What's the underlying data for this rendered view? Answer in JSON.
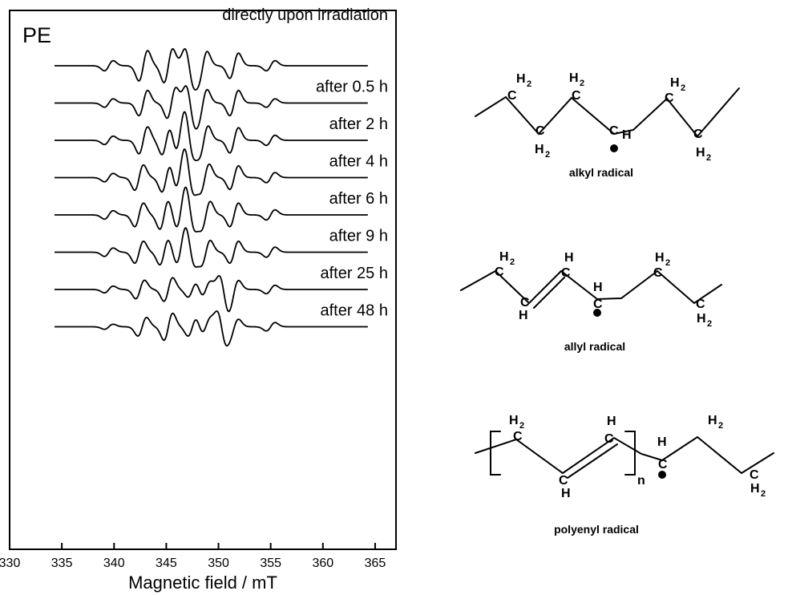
{
  "chart_data": {
    "type": "line",
    "panel_label": "PE",
    "xlabel": "Magnetic field / mT",
    "ylabel": "",
    "xlim": [
      330,
      367
    ],
    "x_ticks": [
      330,
      335,
      340,
      345,
      350,
      355,
      360,
      365
    ],
    "grid": false,
    "series": [
      {
        "name": "directly upon irradiation",
        "lines": [
          [
            339.5,
            0.3
          ],
          [
            342.8,
            0.9
          ],
          [
            345.2,
            1.0
          ],
          [
            347.2,
            -1.0
          ],
          [
            348.5,
            0.85
          ],
          [
            351.5,
            0.75
          ],
          [
            355,
            0.3
          ]
        ]
      },
      {
        "name": "after 0.5 h",
        "lines": [
          [
            339.5,
            0.25
          ],
          [
            342.8,
            0.75
          ],
          [
            345.5,
            0.9
          ],
          [
            347.3,
            -1.0
          ],
          [
            348.5,
            0.8
          ],
          [
            351.5,
            0.75
          ],
          [
            355,
            0.25
          ]
        ]
      },
      {
        "name": "after 2 h",
        "lines": [
          [
            339.5,
            0.25
          ],
          [
            342.8,
            0.8
          ],
          [
            345,
            0.85
          ],
          [
            346.3,
            0.8
          ],
          [
            347.2,
            -0.9
          ],
          [
            348.6,
            0.85
          ],
          [
            351.5,
            0.75
          ],
          [
            355,
            0.3
          ]
        ]
      },
      {
        "name": "after 4 h",
        "lines": [
          [
            339.5,
            0.25
          ],
          [
            342.4,
            0.75
          ],
          [
            345,
            0.85
          ],
          [
            346.3,
            0.8
          ],
          [
            347.2,
            -0.9
          ],
          [
            348.7,
            0.8
          ],
          [
            351.5,
            0.7
          ],
          [
            355,
            0.3
          ]
        ]
      },
      {
        "name": "after 6 h",
        "lines": [
          [
            339.5,
            0.25
          ],
          [
            342.4,
            0.7
          ],
          [
            344.8,
            0.85
          ],
          [
            346.4,
            0.8
          ],
          [
            347.3,
            -0.85
          ],
          [
            348.8,
            0.8
          ],
          [
            351.5,
            0.7
          ],
          [
            355,
            0.3
          ]
        ]
      },
      {
        "name": "after 9 h",
        "lines": [
          [
            339.5,
            0.25
          ],
          [
            342.4,
            0.65
          ],
          [
            344.8,
            0.75
          ],
          [
            346.4,
            0.7
          ],
          [
            347.3,
            -0.75
          ],
          [
            348.8,
            0.7
          ],
          [
            351.5,
            0.65
          ],
          [
            355,
            0.3
          ]
        ]
      },
      {
        "name": "after 25 h",
        "lines": [
          [
            339.5,
            0.2
          ],
          [
            342.5,
            0.55
          ],
          [
            345.2,
            0.7
          ],
          [
            347.5,
            0.45
          ],
          [
            348.8,
            0.45
          ],
          [
            350.5,
            -0.8
          ],
          [
            351.5,
            0.55
          ],
          [
            355,
            0.25
          ]
        ]
      },
      {
        "name": "after 48 h",
        "lines": [
          [
            339.5,
            0.15
          ],
          [
            342.7,
            0.55
          ],
          [
            345.2,
            0.8
          ],
          [
            347.5,
            0.55
          ],
          [
            348.8,
            0.45
          ],
          [
            350.3,
            -0.85
          ],
          [
            351.5,
            0.45
          ],
          [
            355,
            0.25
          ]
        ]
      }
    ]
  },
  "structures": [
    {
      "name": "alkyl radical"
    },
    {
      "name": "allyl radical"
    },
    {
      "name": "polyenyl radical"
    }
  ],
  "atoms": {
    "c": "C",
    "h": "H",
    "h2_h": "H",
    "h2_sub": "2",
    "n": "n"
  }
}
